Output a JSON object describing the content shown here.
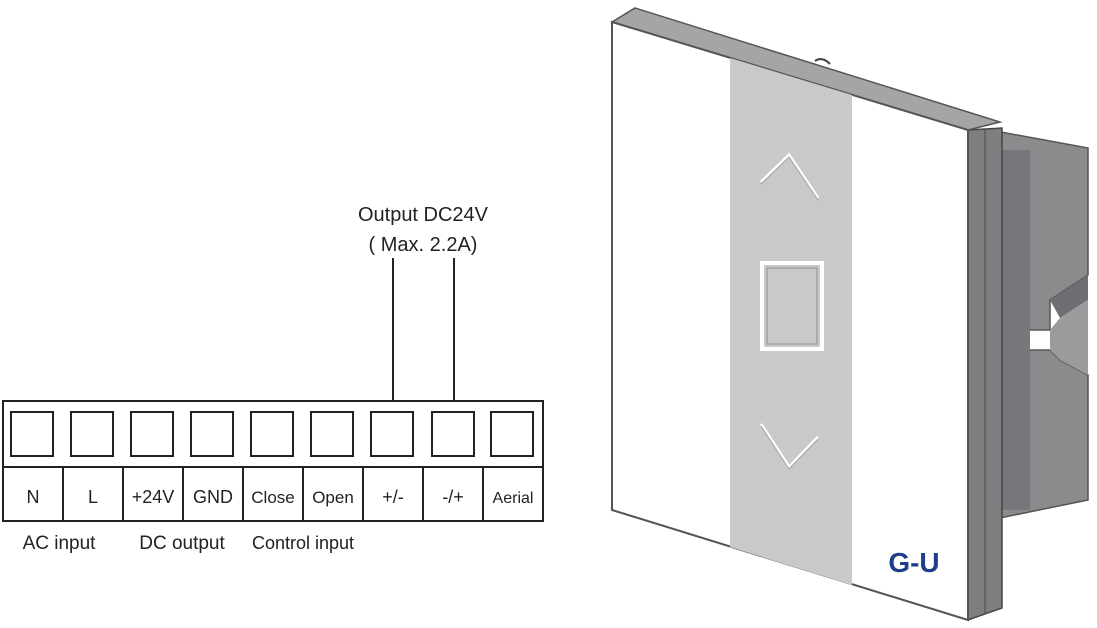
{
  "output_annotation": {
    "line1": "Output DC24V",
    "line2": "( Max. 2.2A)"
  },
  "terminals": [
    "N",
    "L",
    "+24V",
    "GND",
    "Close",
    "Open",
    "+/-",
    "-/+",
    "Aerial"
  ],
  "groups": [
    {
      "label": "AC input"
    },
    {
      "label": "DC output"
    },
    {
      "label": "Control input"
    }
  ],
  "device": {
    "logo_text": "G-U",
    "buttons": [
      "up-arrow",
      "stop-square",
      "down-arrow"
    ],
    "colors": {
      "panel": "#ffffff",
      "center_strip": "#c8c9cb",
      "frame": "#8d8e90",
      "body": "#7d7e80",
      "logo": "#1e3f8a"
    }
  }
}
